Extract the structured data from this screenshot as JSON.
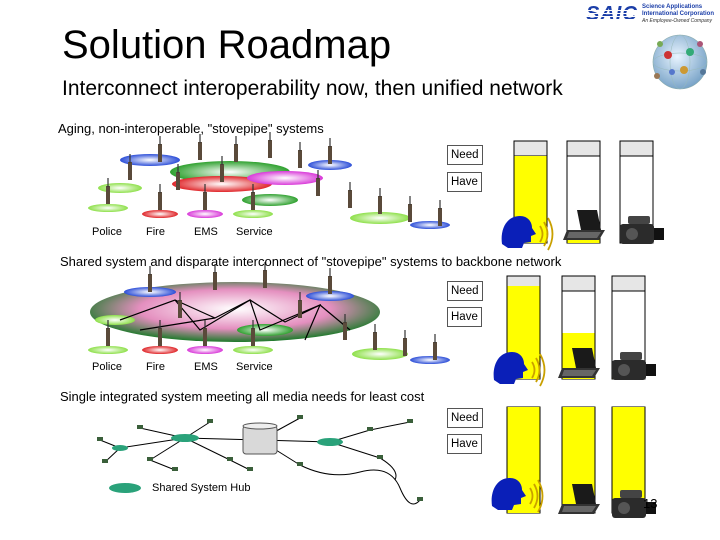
{
  "header": {
    "title": "Solution Roadmap",
    "subtitle": "Interconnect interoperability now, then unified network",
    "logo_mark": "SAIC",
    "logo_lines": [
      "Science Applications",
      "International Corporation",
      "An Employee-Owned Company"
    ]
  },
  "sections": [
    {
      "caption": "Aging, non-interoperable, \"stovepipe\" systems",
      "need_label": "Need",
      "have_label": "Have",
      "agency_labels": [
        "Police",
        "Fire",
        "EMS",
        "Service"
      ],
      "bars": [
        {
          "fill": 0.85
        },
        {
          "fill": 0.05
        },
        {
          "fill": 0.0
        }
      ]
    },
    {
      "caption": "Shared system and disparate interconnect of \"stovepipe\" systems to backbone network",
      "need_label": "Need",
      "have_label": "Have",
      "agency_labels": [
        "Police",
        "Fire",
        "EMS",
        "Service"
      ],
      "bars": [
        {
          "fill": 0.9
        },
        {
          "fill": 0.45
        },
        {
          "fill": 0.08
        }
      ]
    },
    {
      "caption": "Single integrated system meeting all media needs for least cost",
      "need_label": "Need",
      "have_label": "Have",
      "hub_legend": "Shared System Hub",
      "bars": [
        {
          "fill": 1.0
        },
        {
          "fill": 1.0
        },
        {
          "fill": 1.0
        }
      ]
    }
  ],
  "footer": {
    "page_number": "13"
  },
  "colors": {
    "bar_fill": "#ffff00",
    "bar_empty": "#e6e6e6",
    "hub_green": "#2aa27a"
  }
}
